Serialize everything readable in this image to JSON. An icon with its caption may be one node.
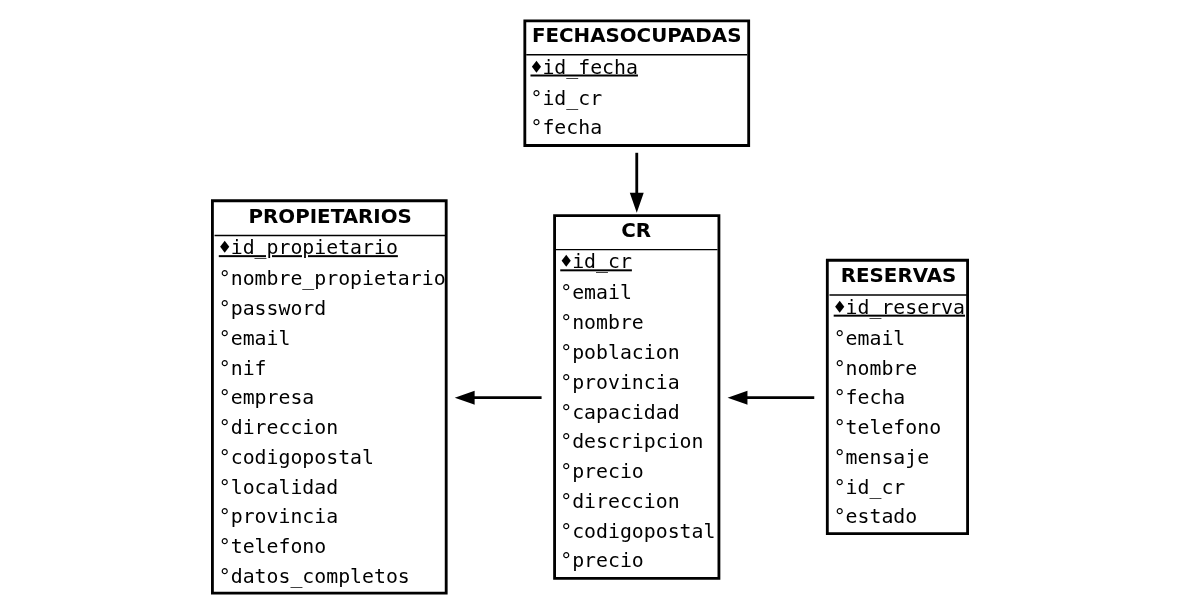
{
  "diagram": {
    "nodes": [
      {
        "text": [
          "PROPIETARIOS",
          "♦id_propietario",
          "°nombre_propietario",
          "°password",
          "°email",
          "°nif",
          "°empresa",
          "°direccion",
          "°codigopostal",
          "°localidad",
          "°provincia",
          "°telefono",
          "°datos_completos"
        ]
      },
      {
        "text": [
          "FECHASOCUPADAS",
          "♦id_fecha",
          "°id_cr",
          "°fecha"
        ]
      },
      {
        "text": [
          "CR",
          "♦id_cr",
          "°email",
          "°nombre",
          "°poblacion",
          "°provincia",
          "°capacidad",
          "°descripcion",
          "°precio",
          "°direccion",
          "°codigopostal",
          "°precio"
        ]
      },
      {
        "text": [
          "RESERVAS",
          "♦id_reserva",
          "°email",
          "°nombre",
          "°fecha",
          "°telefono",
          "°mensaje",
          "°id_cr",
          "°estado"
        ]
      }
    ],
    "edges": [
      {
        "from": 1,
        "to": 2,
        "arrow": "to"
      },
      {
        "from": 2,
        "to": 0,
        "arrow": "to"
      },
      {
        "from": 3,
        "to": 2,
        "arrow": "to"
      }
    ]
  }
}
